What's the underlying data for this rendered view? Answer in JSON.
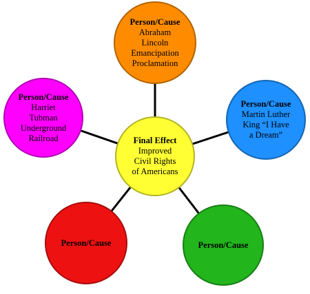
{
  "center": {
    "title": "Final Effect",
    "lines": [
      "Improved",
      "Civil Rights",
      "of Americans"
    ],
    "color": "#FFFF33"
  },
  "causes": [
    {
      "title": "Person/Cause",
      "lines": [
        "Abraham",
        "Lincoln",
        "Emancipation",
        "Proclamation"
      ],
      "color": "#FF8C00"
    },
    {
      "title": "Person/Cause",
      "lines": [
        "Martin Luther",
        "King “I Have",
        "a Dream”"
      ],
      "color": "#1E90FF"
    },
    {
      "title": "Person/Cause",
      "lines": [],
      "color": "#22B51C"
    },
    {
      "title": "Person/Cause",
      "lines": [],
      "color": "#EE1111"
    },
    {
      "title": "Person/Cause",
      "lines": [
        "Harriet",
        "Tubman",
        "Underground",
        "Railroad"
      ],
      "color": "#FF00FF"
    }
  ]
}
